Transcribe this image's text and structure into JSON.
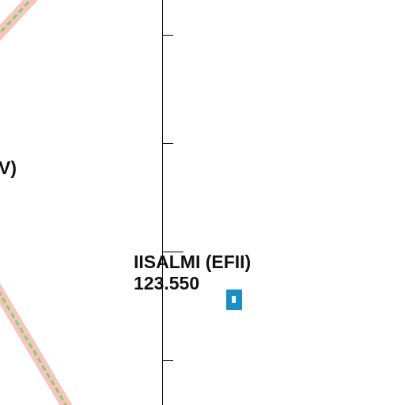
{
  "labels": {
    "edge_fragment": "V)",
    "airport_name": "IISALMI (EFII)",
    "airport_frequency": "123.550"
  },
  "colors": {
    "route_casing": "#f7c4c0",
    "route_line": "#7ed36a",
    "grid_line": "#000000",
    "airport_symbol": "#1a8fc4",
    "background": "#ffffff",
    "text": "#111111"
  },
  "icons": {
    "airport": "airport-square-icon"
  }
}
